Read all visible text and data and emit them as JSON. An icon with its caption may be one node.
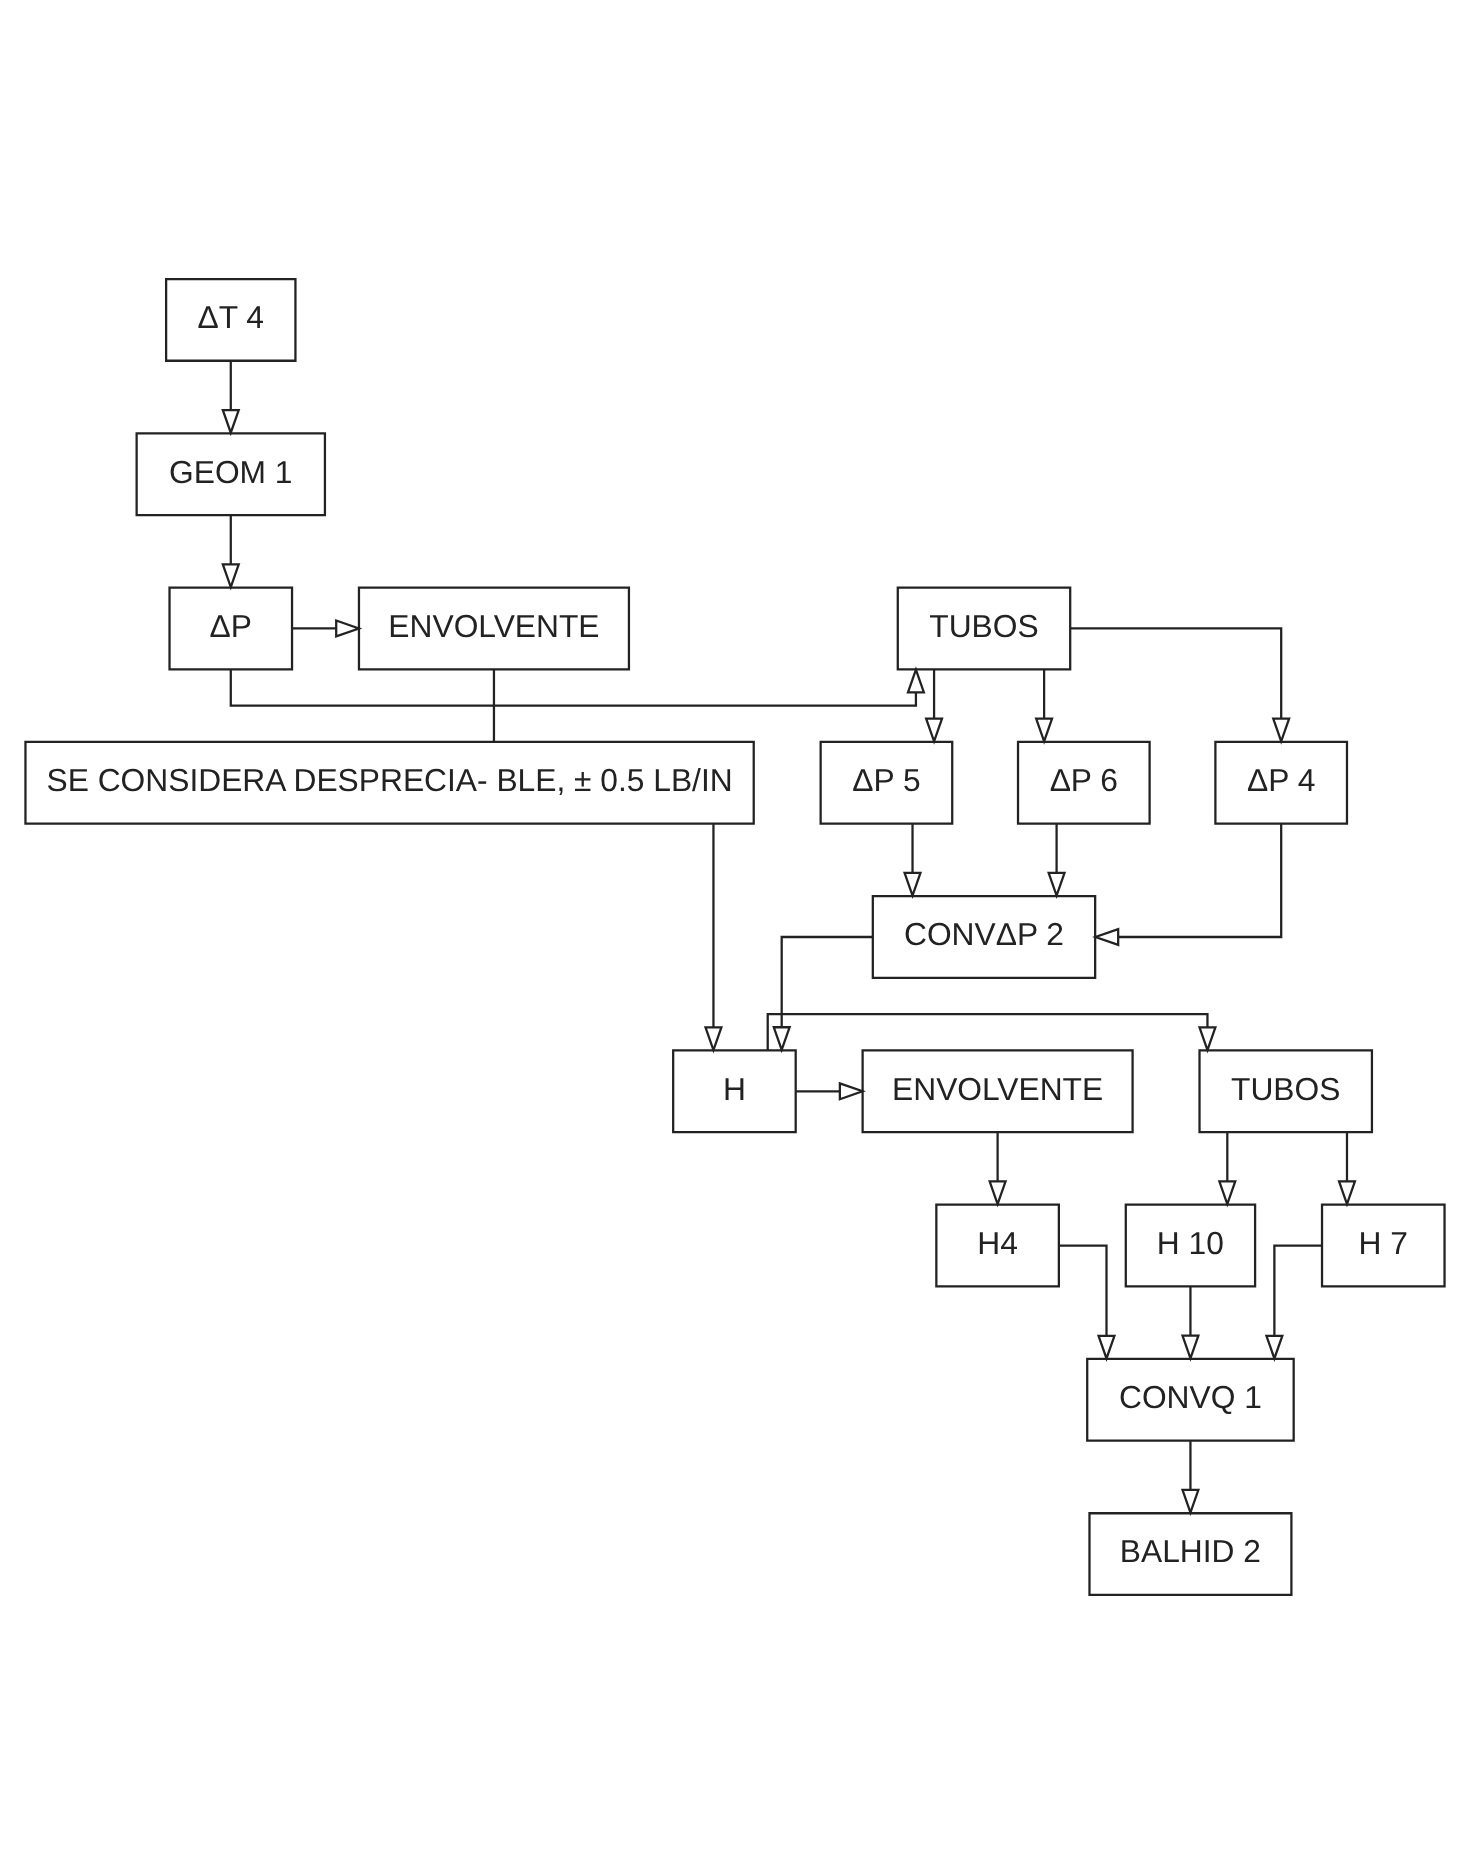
{
  "diagram": {
    "nodes": [
      {
        "text": [
          "ΔT 4"
        ]
      },
      {
        "text": [
          "GEOM 1"
        ]
      },
      {
        "text": [
          "ΔP"
        ]
      },
      {
        "text": [
          "TUBOS"
        ]
      },
      {
        "text": [
          "ENVOLVENTE"
        ]
      },
      {
        "text": [
          "ΔP 4"
        ]
      },
      {
        "text": [
          "ΔP 5"
        ]
      },
      {
        "text": [
          "ΔP 6"
        ]
      },
      {
        "text": [
          "SE CONSIDERA DESPRECIA- BLE, ± 0.5 LB/IN"
        ]
      },
      {
        "text": [
          "CONVΔP 2"
        ]
      },
      {
        "text": [
          "H"
        ]
      },
      {
        "text": [
          "TUBOS"
        ]
      },
      {
        "text": [
          "ENVOLVENTE"
        ]
      },
      {
        "text": [
          "H 7"
        ]
      },
      {
        "text": [
          "H 10"
        ]
      },
      {
        "text": [
          "H4"
        ]
      },
      {
        "text": [
          "CONVQ 1"
        ]
      },
      {
        "text": [
          "BALHID 2"
        ]
      }
    ],
    "edges": [
      {
        "from": 0,
        "to": 1,
        "arrow": "to"
      },
      {
        "from": 1,
        "to": 2,
        "arrow": "to"
      },
      {
        "from": 2,
        "to": 3,
        "arrow": "to"
      },
      {
        "from": 2,
        "to": 4,
        "arrow": "to"
      },
      {
        "from": 3,
        "to": 5,
        "arrow": "to"
      },
      {
        "from": 3,
        "to": 6,
        "arrow": "to"
      },
      {
        "from": 3,
        "to": 7,
        "arrow": "to"
      },
      {
        "from": 4,
        "to": 8,
        "arrow": "none"
      },
      {
        "from": 5,
        "to": 9,
        "arrow": "to"
      },
      {
        "from": 6,
        "to": 9,
        "arrow": "to"
      },
      {
        "from": 7,
        "to": 9,
        "arrow": "to"
      },
      {
        "from": 9,
        "to": 10,
        "arrow": "to"
      },
      {
        "from": 8,
        "to": 10,
        "arrow": "to"
      },
      {
        "from": 10,
        "to": 11,
        "arrow": "to"
      },
      {
        "from": 10,
        "to": 12,
        "arrow": "to"
      },
      {
        "from": 11,
        "to": 13,
        "arrow": "to"
      },
      {
        "from": 11,
        "to": 14,
        "arrow": "to"
      },
      {
        "from": 12,
        "to": 15,
        "arrow": "to"
      },
      {
        "from": 13,
        "to": 16,
        "arrow": "to"
      },
      {
        "from": 14,
        "to": 16,
        "arrow": "to"
      },
      {
        "from": 15,
        "to": 16,
        "arrow": "to"
      },
      {
        "from": 16,
        "to": 17,
        "arrow": "to"
      }
    ]
  }
}
